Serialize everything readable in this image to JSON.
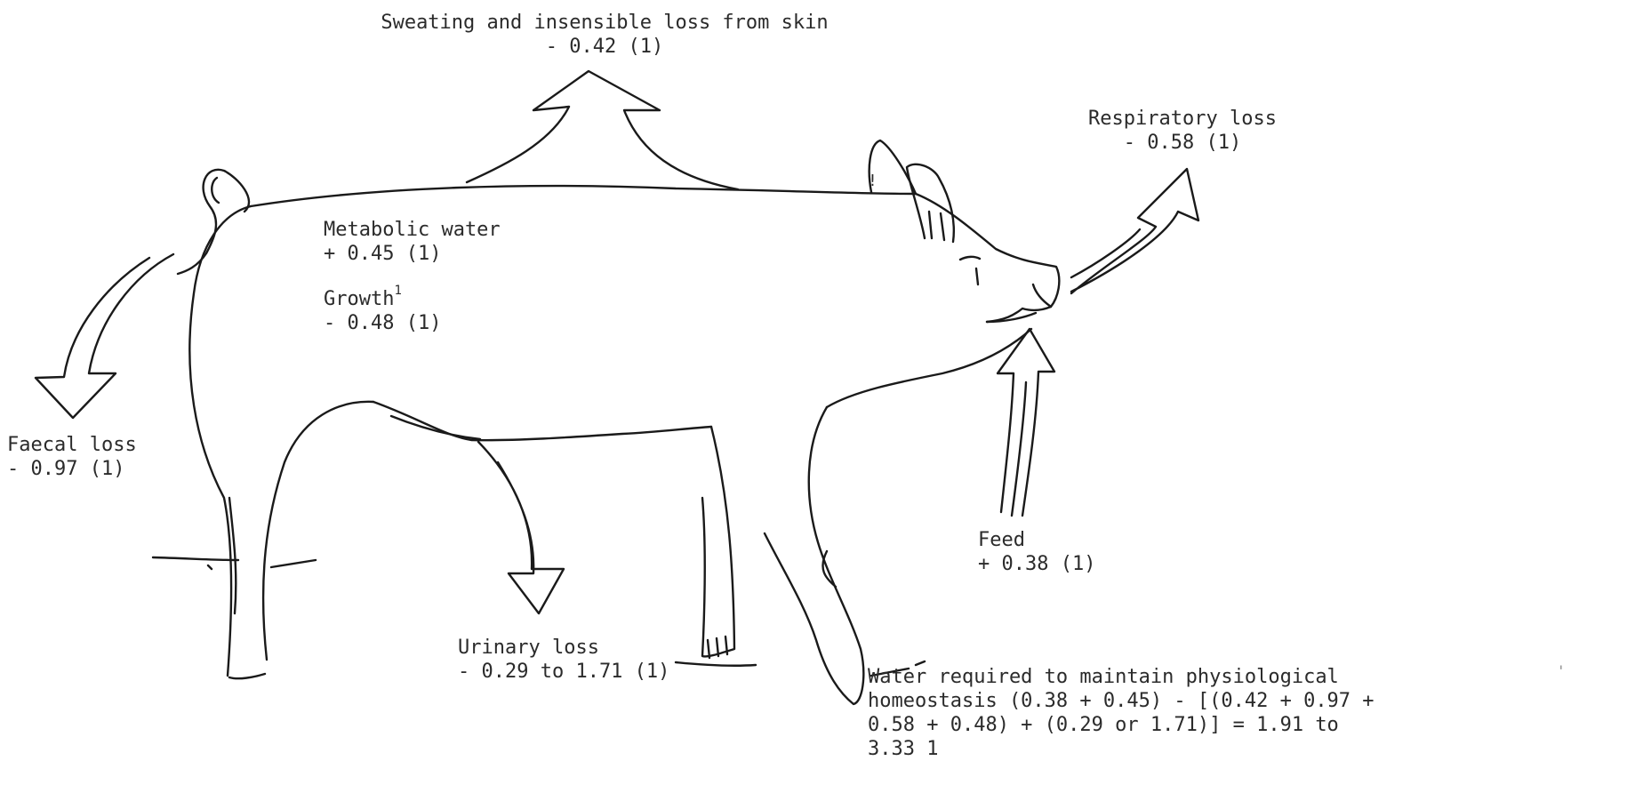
{
  "flows": {
    "sweating": {
      "label": "Sweating and insensible loss from skin",
      "value": "- 0.42 (1)"
    },
    "respiratory": {
      "label": "Respiratory loss",
      "value": "- 0.58 (1)"
    },
    "metabolic": {
      "label": "Metabolic water",
      "value": "+ 0.45 (1)"
    },
    "growth": {
      "label": "Growth",
      "footnote": "1",
      "value": "- 0.48 (1)"
    },
    "faecal": {
      "label": "Faecal loss",
      "value": "- 0.97 (1)"
    },
    "urinary": {
      "label": "Urinary loss",
      "value": "- 0.29 to 1.71 (1)"
    },
    "feed": {
      "label": "Feed",
      "value": "+ 0.38 (1)"
    }
  },
  "homeostasis": {
    "line1": "Water required to maintain physiological",
    "line2": "homeostasis (0.38 + 0.45) - [(0.42 + 0.97 +",
    "line3": "0.58 + 0.48) + (0.29 or 1.71)] = 1.91 to",
    "line4": "3.33 1"
  },
  "ear_mark": "!",
  "speck": "'",
  "colors": {
    "ink": "#1a1a1a",
    "text": "#2b2b2b",
    "paper": "#ffffff"
  }
}
